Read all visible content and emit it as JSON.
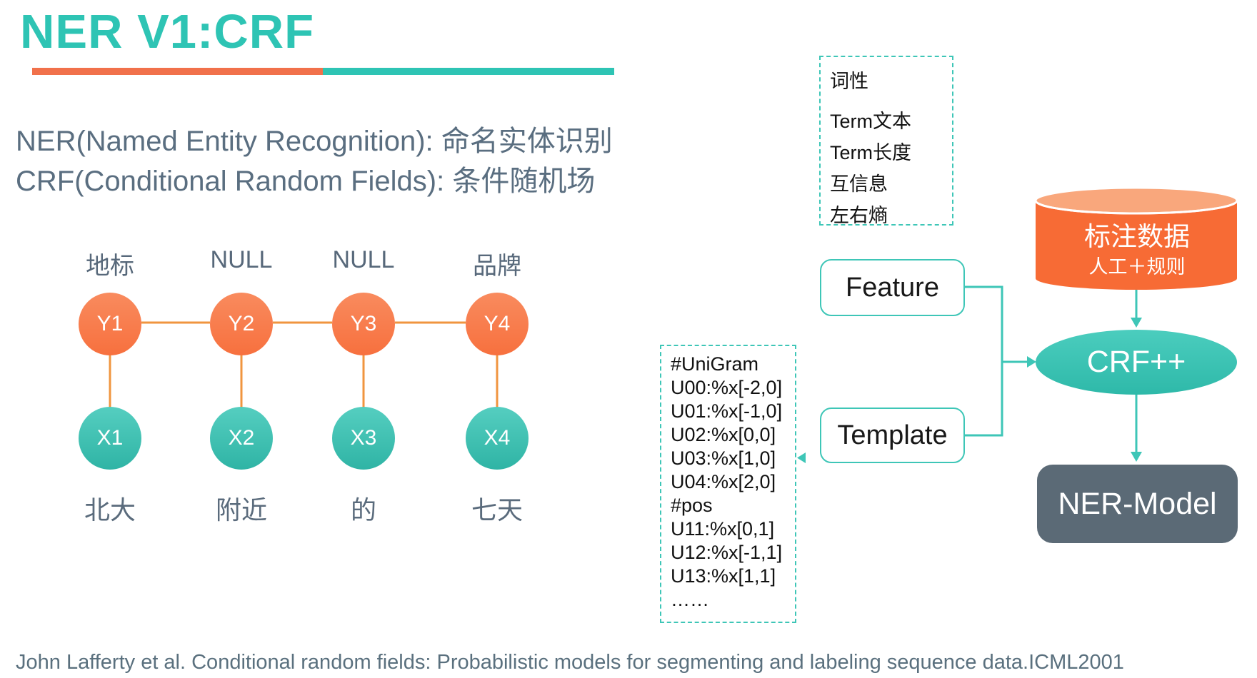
{
  "header": {
    "title": "NER V1:CRF"
  },
  "intro": {
    "line1": "NER(Named Entity Recognition): 命名实体识别",
    "line2": "CRF(Conditional Random Fields): 条件随机场"
  },
  "graph": {
    "columns": [
      {
        "tag": "地标",
        "y_label": "Y1",
        "x_label": "X1",
        "word": "北大"
      },
      {
        "tag": "NULL",
        "y_label": "Y2",
        "x_label": "X2",
        "word": "附近"
      },
      {
        "tag": "NULL",
        "y_label": "Y3",
        "x_label": "X3",
        "word": "的"
      },
      {
        "tag": "品牌",
        "y_label": "Y4",
        "x_label": "X4",
        "word": "七天"
      }
    ]
  },
  "features_box": {
    "lines": [
      "词性",
      "Term文本",
      "Term长度",
      "互信息",
      "左右熵"
    ]
  },
  "feature_box": {
    "label": "Feature"
  },
  "template_box": {
    "label": "Template"
  },
  "unigram_box": {
    "lines": [
      "#UniGram",
      "U00:%x[-2,0]",
      "U01:%x[-1,0]",
      "U02:%x[0,0]",
      "U03:%x[1,0]",
      "U04:%x[2,0]",
      "#pos",
      "U11:%x[0,1]",
      "U12:%x[-1,1]",
      "U13:%x[1,1]",
      "……"
    ]
  },
  "pipeline": {
    "data_store_title": "标注数据",
    "data_store_subtitle": "人工＋规则",
    "engine_label": "CRF++",
    "model_label": "NER-Model"
  },
  "citation": "John Lafferty et al. Conditional random fields: Probabilistic models for segmenting and labeling sequence data.ICML2001",
  "colors": {
    "teal_accent": "#2ec4b4",
    "teal_node": "#3ec6b7",
    "orange_accent": "#f1714b",
    "orange_node": "#f7703e",
    "orange_line": "#f0953f",
    "slate_text": "#5a6b7c",
    "cylinder_body": "#f76b35",
    "cylinder_top": "#f9a77c",
    "model_box": "#5b6a76"
  }
}
